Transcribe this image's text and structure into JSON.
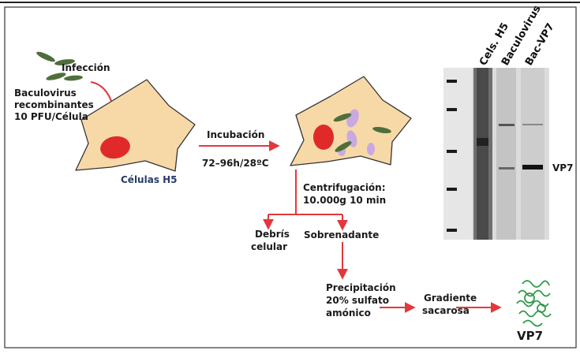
{
  "labels": {
    "infeccion": "Infección",
    "baculovirus": "Baculovirus",
    "recombinantes": "recombinantes",
    "pfu": "10 PFU/Célula",
    "celulas_h5": "Células H5",
    "incubacion": "Incubación",
    "incubacion_cond": "72–96h/28ºC",
    "centrifugacion": "Centrifugación:",
    "centrifugacion_cond": "10.000g 10 min",
    "debris_1": "Debrís",
    "debris_2": "celular",
    "sobrenadante": "Sobrenadante",
    "precip_1": "Precipitación",
    "precip_2": "20% sulfato",
    "precip_3": "amónico",
    "gradiente_1": "Gradiente",
    "gradiente_2": "sacarosa",
    "vp7_final": "VP7"
  },
  "gel": {
    "lanes": [
      "Cels. H5",
      "Baculovirus",
      "Bac-VP7"
    ],
    "band_label": "VP7"
  },
  "colors": {
    "cell_fill": "#f7d9a8",
    "nucleus": "#e02a2a",
    "arrow": "#e2383c",
    "baculovirus": "#4f6e3c",
    "vlp": "#c9a9e0",
    "protein": "#2e9a4a"
  }
}
